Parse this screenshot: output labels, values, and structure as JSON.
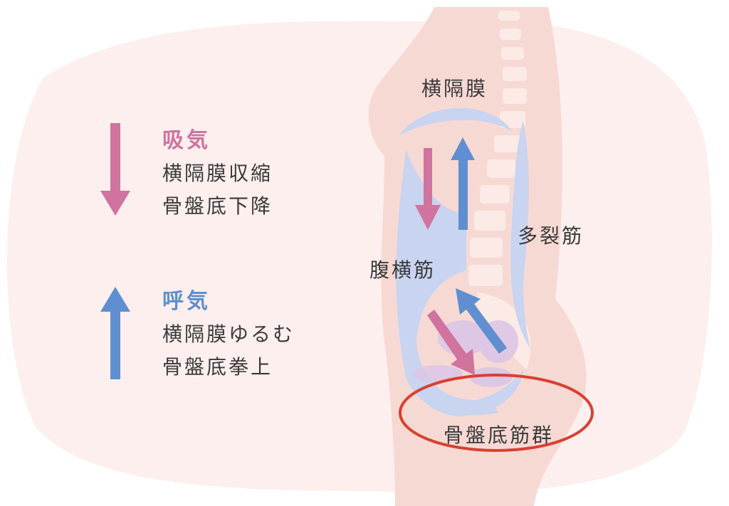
{
  "legend": {
    "inhale": {
      "title": "吸気",
      "line1": "横隔膜収縮",
      "line2": "骨盤底下降",
      "color": "#d0739f"
    },
    "exhale": {
      "title": "呼気",
      "line1": "横隔膜ゆるむ",
      "line2": "骨盤底拳上",
      "color": "#5f8fd0"
    }
  },
  "labels": {
    "diaphragm": "横隔膜",
    "multifidus": "多裂筋",
    "transversus": "腹横筋",
    "pelvic_floor": "骨盤底筋群"
  },
  "colors": {
    "highlight": "#d94030",
    "muscle": "#c8d4f0",
    "body": "#f7d9d4"
  }
}
